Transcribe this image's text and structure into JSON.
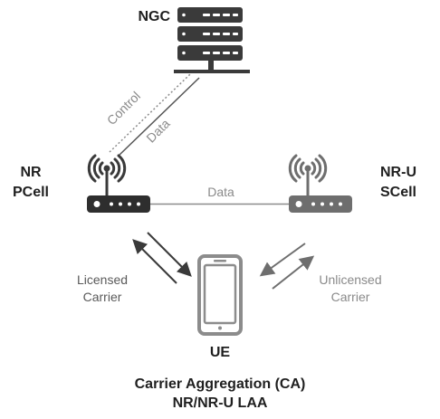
{
  "core": {
    "label": "NGC"
  },
  "primary_cell": {
    "label_line1": "NR",
    "label_line2": "PCell"
  },
  "secondary_cell": {
    "label_line1": "NR-U",
    "label_line2": "SCell"
  },
  "ue": {
    "label": "UE"
  },
  "links": {
    "control": "Control",
    "data_core": "Data",
    "data_cells": "Data",
    "licensed_line1": "Licensed",
    "licensed_line2": "Carrier",
    "unlicensed_line1": "Unlicensed",
    "unlicensed_line2": "Carrier"
  },
  "caption": {
    "line1": "Carrier Aggregation (CA)",
    "line2": "NR/NR-U LAA"
  },
  "colors": {
    "device_dark": "#3a3a3a",
    "device_light": "#6e6e6e",
    "link_line": "#8c8c8c",
    "text_dark": "#1f1f1f",
    "text_grey": "#8a8a8a"
  }
}
